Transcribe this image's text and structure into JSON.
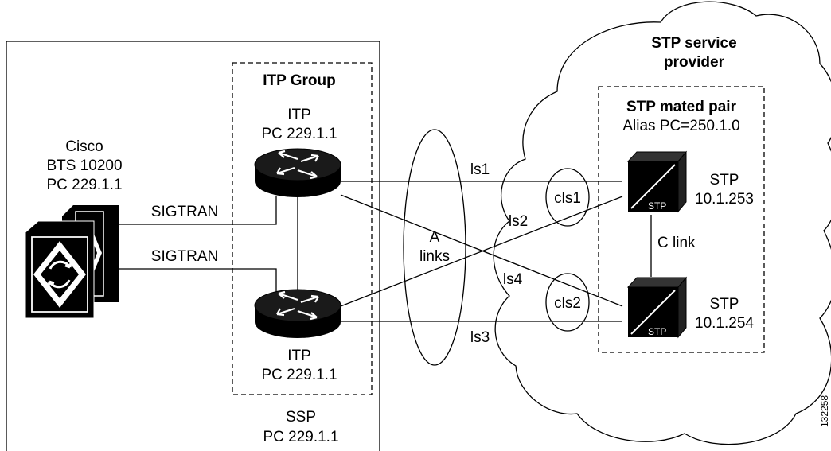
{
  "ssp_box": {
    "label_line1": "SSP",
    "label_line2": "PC 229.1.1"
  },
  "itp_group": {
    "title": "ITP Group",
    "itp_top": {
      "name": "ITP",
      "pc": "PC 229.1.1"
    },
    "itp_bottom": {
      "name": "ITP",
      "pc": "PC 229.1.1"
    }
  },
  "bts": {
    "line1": "Cisco",
    "line2": "BTS 10200",
    "line3": "PC 229.1.1"
  },
  "sigtran_links": [
    "SIGTRAN",
    "SIGTRAN"
  ],
  "a_links": {
    "line1": "A",
    "line2": "links"
  },
  "cloud": {
    "line1": "STP service",
    "line2": "provider"
  },
  "mated_pair": {
    "title": "STP mated pair",
    "alias": "Alias PC=250.1.0",
    "stp_top": {
      "name": "STP",
      "pc": "10.1.253",
      "icon_text": "STP"
    },
    "stp_bottom": {
      "name": "STP",
      "pc": "10.1.254",
      "icon_text": "STP"
    },
    "c_link": "C link"
  },
  "linksets": {
    "ls1": "ls1",
    "ls2": "ls2",
    "ls3": "ls3",
    "ls4": "ls4"
  },
  "combined_linksets": {
    "cls1": "cls1",
    "cls2": "cls2"
  },
  "figure_id": "132258"
}
